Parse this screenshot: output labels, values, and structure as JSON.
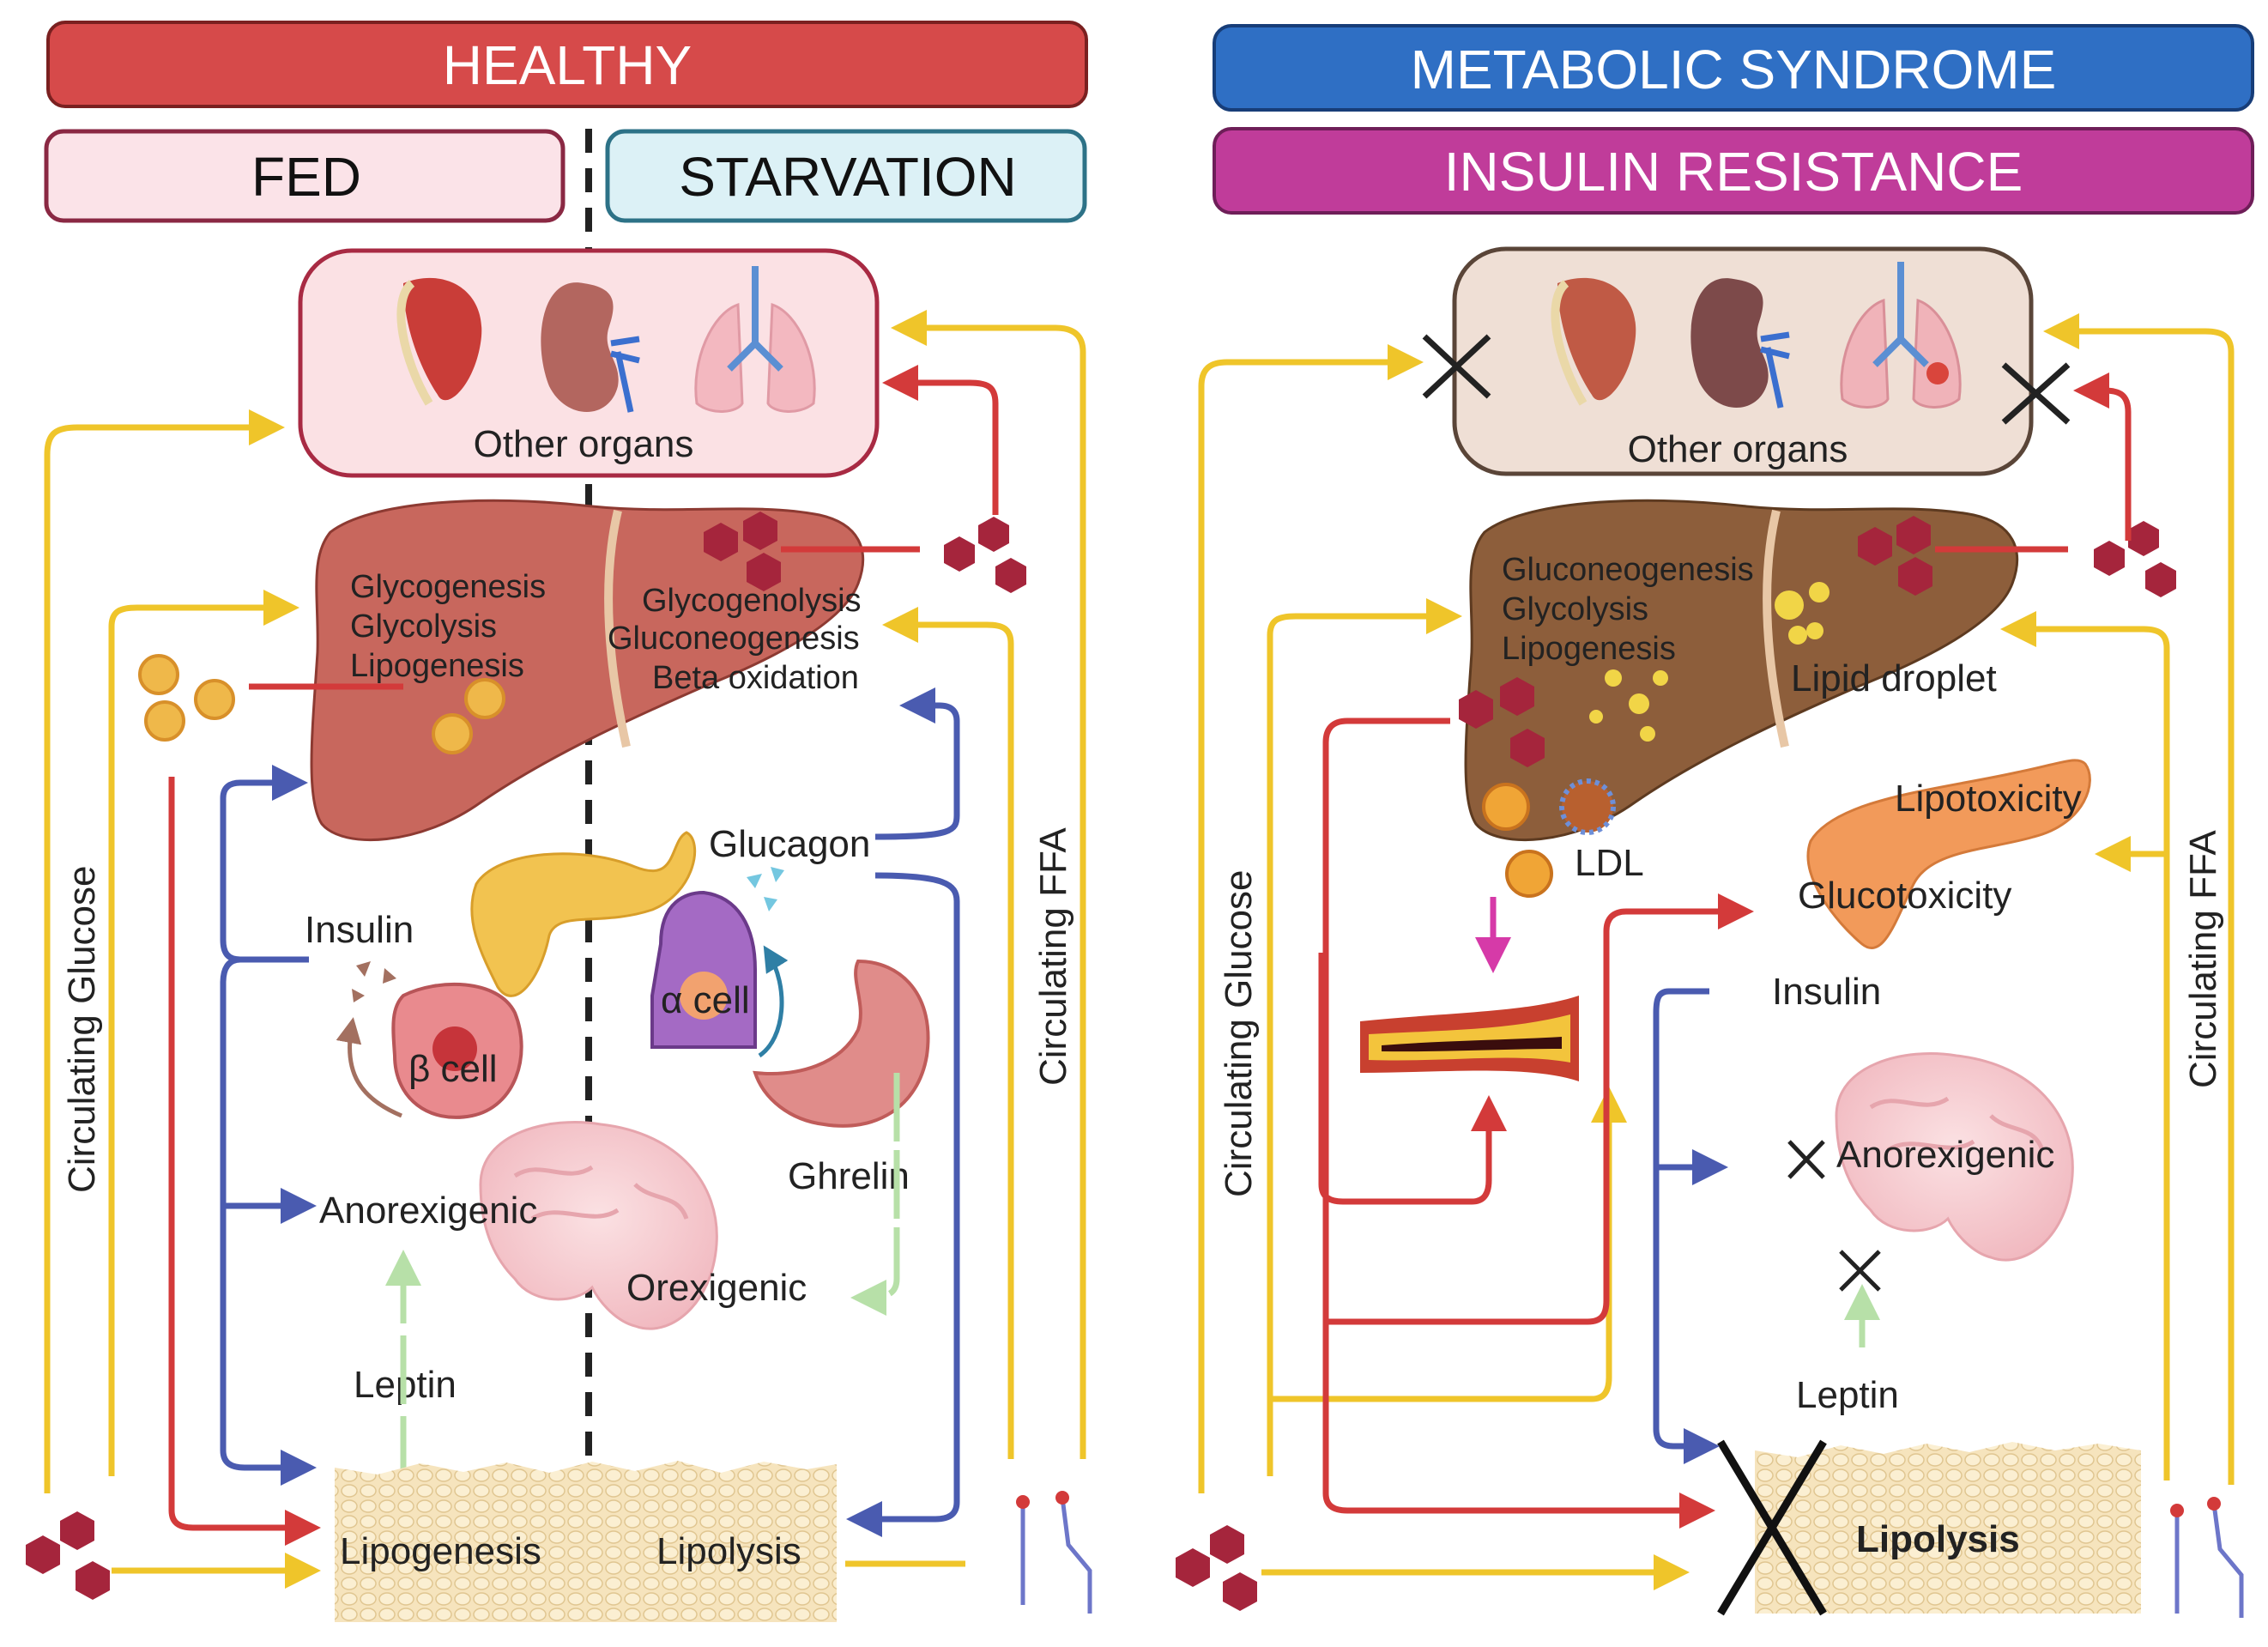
{
  "panels": {
    "healthy": {
      "title": "HEALTHY",
      "fed": "FED",
      "starvation": "STARVATION",
      "organs_label": "Other organs",
      "liver_fed_processes": [
        "Glycogenesis",
        "Glycolysis",
        "Lipogenesis"
      ],
      "liver_starvation_processes": [
        "Glycogenolysis",
        "Gluconeogenesis",
        "Beta oxidation"
      ],
      "insulin": "Insulin",
      "glucagon": "Glucagon",
      "beta_cell": "β cell",
      "alpha_cell": "α cell",
      "anorexigenic": "Anorexigenic",
      "orexigenic": "Orexigenic",
      "ghrelin": "Ghrelin",
      "leptin": "Leptin",
      "lipogenesis": "Lipogenesis",
      "lipolysis": "Lipolysis",
      "circulating_glucose": "Circulating Glucose",
      "circulating_ffa": "Circulating FFA"
    },
    "metabolic": {
      "title": "METABOLIC SYNDROME",
      "insulin_resistance": "INSULIN RESISTANCE",
      "organs_label": "Other organs",
      "liver_processes": [
        "Gluconeogenesis",
        "Glycolysis",
        "Lipogenesis"
      ],
      "lipid_droplet": "Lipid droplet",
      "ldl": "LDL",
      "lipotoxicity": "Lipotoxicity",
      "glucotoxicity": "Glucotoxicity",
      "insulin": "Insulin",
      "anorexigenic": "Anorexigenic",
      "leptin": "Leptin",
      "lipolysis": "Lipolysis",
      "circulating_glucose": "Circulating Glucose",
      "circulating_ffa": "Circulating FFA"
    }
  },
  "colors": {
    "healthy_header": "#d64a4a",
    "fed_box": "#fbe3e8",
    "starvation_box": "#dcf1f6",
    "metabolic_header": "#2f6fc4",
    "insulin_resistance_header": "#c03c9a",
    "glucose_arrow": "#efc52a",
    "lipid_arrow": "#d33a3a",
    "insulin_arrow": "#4a5bb0",
    "hormone_arrow": "#b7e0a8",
    "ldl_arrow": "#d63aa8",
    "glucose_molecule": "#a5253c"
  },
  "icons": [
    "muscle-icon",
    "kidney-icon",
    "lungs-icon",
    "liver-icon",
    "pancreas-icon",
    "stomach-icon",
    "brain-icon",
    "adipose-tissue-icon",
    "artery-plaque-icon",
    "glucose-molecule-icon",
    "fatty-acid-icon",
    "cross-icon"
  ]
}
